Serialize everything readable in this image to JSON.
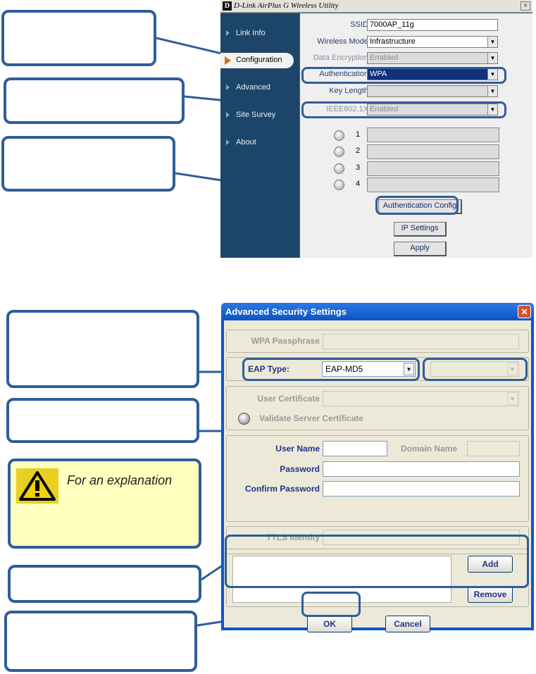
{
  "window1": {
    "title": "D-Link AirPlus G Wireless Utility",
    "logo_letter": "D",
    "close_glyph": "×",
    "nav": [
      {
        "label": "Link Info",
        "active": false
      },
      {
        "label": "Configuration",
        "active": true
      },
      {
        "label": "Advanced",
        "active": false
      },
      {
        "label": "Site Survey",
        "active": false
      },
      {
        "label": "About",
        "active": false
      }
    ],
    "fields": {
      "ssid_label": "SSID",
      "ssid_value": "7000AP_11g",
      "wireless_mode_label": "Wireless Mode",
      "wireless_mode_value": "Infrastructure",
      "data_encryption_label": "Data Encryption",
      "data_encryption_value": "Enabled",
      "authentication_label": "Authentication",
      "authentication_value": "WPA",
      "key_length_label": "Key Length",
      "key_length_value": "",
      "ieee8021x_label": "IEEE802.1X",
      "ieee8021x_value": "Enabled"
    },
    "keys": [
      "1",
      "2",
      "3",
      "4"
    ],
    "buttons": {
      "auth_config": "Authentication Config",
      "ip_settings": "IP Settings",
      "apply": "Apply"
    }
  },
  "window2": {
    "title": "Advanced Security Settings",
    "close_glyph": "✕",
    "wpa_passphrase_label": "WPA Passphrase",
    "eap_type_label": "EAP Type:",
    "eap_type_value": "EAP-MD5",
    "user_certificate_label": "User Certificate",
    "validate_server_cert_label": "Validate Server Certificate",
    "user_name_label": "User Name",
    "domain_name_label": "Domain Name",
    "password_label": "Password",
    "confirm_password_label": "Confirm Password",
    "ttls_identity_label": "TTLS Identity",
    "buttons": {
      "add": "Add",
      "remove": "Remove",
      "ok": "OK",
      "cancel": "Cancel"
    }
  },
  "warning_callout": {
    "icon": "warning-icon",
    "icon_glyph": "!",
    "text": "For an explanation"
  },
  "colors": {
    "callout_border": "#2f5d99",
    "warning_bg": "#ffffbe",
    "xp_title_blue": "#0b55c4"
  }
}
